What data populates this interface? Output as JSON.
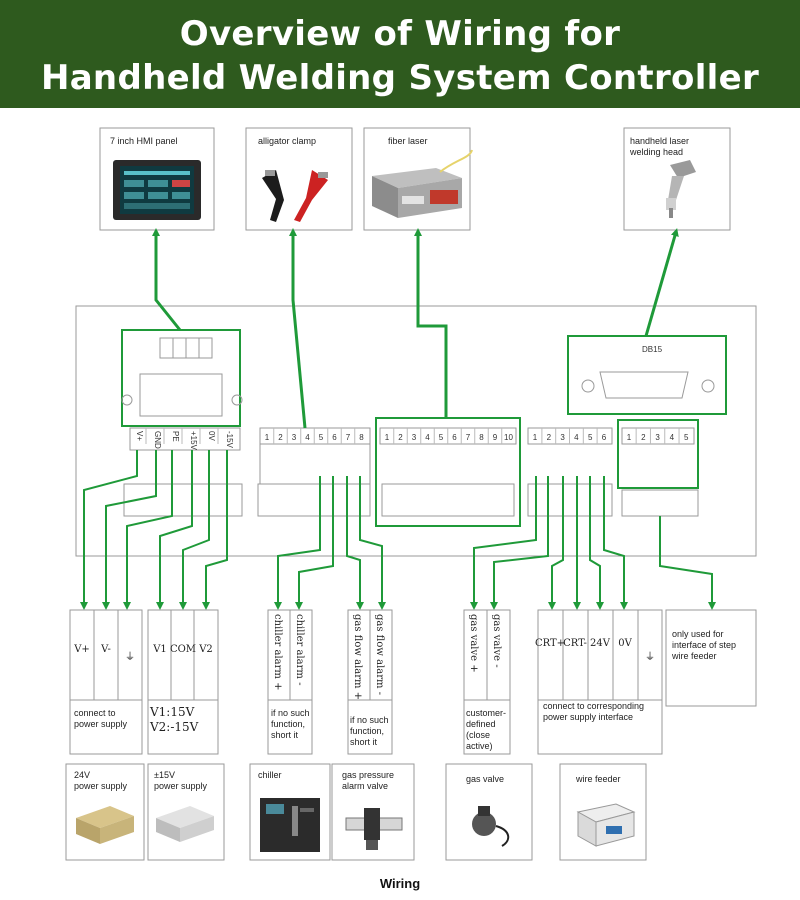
{
  "title": {
    "line1": "Overview of Wiring for",
    "line2": "Handheld Welding System Controller"
  },
  "top_devices": {
    "hmi": "7 inch HMI panel",
    "clamp": "alligator clamp",
    "laser": "fiber laser",
    "head_line1": "handheld laser",
    "head_line2": "welding head"
  },
  "controller": {
    "db15": "DB15",
    "power_pins": [
      "V+",
      "GND",
      "PE",
      "+15V",
      "0V",
      "-15V"
    ],
    "io_pins": [
      "1",
      "2",
      "3",
      "4",
      "5",
      "6",
      "7",
      "8"
    ],
    "laser_pins": [
      "1",
      "2",
      "3",
      "4",
      "5",
      "6",
      "7",
      "8",
      "9",
      "10"
    ],
    "out_pins": [
      "1",
      "2",
      "3",
      "4",
      "5",
      "6"
    ],
    "step_pins": [
      "1",
      "2",
      "3",
      "4",
      "5"
    ]
  },
  "terminals": {
    "power24": {
      "labels": [
        "V+",
        "V-",
        "⏚"
      ],
      "note": [
        "connect to",
        "power supply"
      ]
    },
    "power15": {
      "labels": [
        "V1",
        "COM",
        "V2"
      ],
      "note": [
        "V1:15V",
        "V2:-15V"
      ]
    },
    "chiller": {
      "labels": [
        "chiller alarm +",
        "chiller alarm -"
      ],
      "note": [
        "if no such",
        "function,",
        "short it"
      ]
    },
    "gasflow": {
      "labels": [
        "gas flow alarm +",
        "gas flow alarm -"
      ],
      "note": [
        "if no such",
        "function,",
        "short it"
      ]
    },
    "gasvalve": {
      "labels": [
        "gas valve +",
        "gas valve -"
      ],
      "note": [
        "customer-",
        "defined",
        "(close",
        "active)"
      ]
    },
    "crt": {
      "labels": [
        "CRT+",
        "CRT-",
        "24V",
        "0V",
        "⏚"
      ],
      "note": [
        "connect to corresponding",
        "power supply interface"
      ]
    },
    "step": {
      "note": [
        "only used for",
        "interface of step",
        "wire feeder"
      ]
    }
  },
  "bottom_devices": {
    "ps24": [
      "24V",
      "power supply"
    ],
    "ps15": [
      "±15V",
      "power supply"
    ],
    "chiller": [
      "chiller"
    ],
    "gas_alarm": [
      "gas pressure",
      "alarm valve"
    ],
    "gas_valve": [
      "gas valve"
    ],
    "wire_feeder": [
      "wire feeder"
    ]
  },
  "caption": "Wiring",
  "colors": {
    "banner": "#2e5a1e",
    "wire": "#1f9a39",
    "outline": "#9a9a9a"
  }
}
